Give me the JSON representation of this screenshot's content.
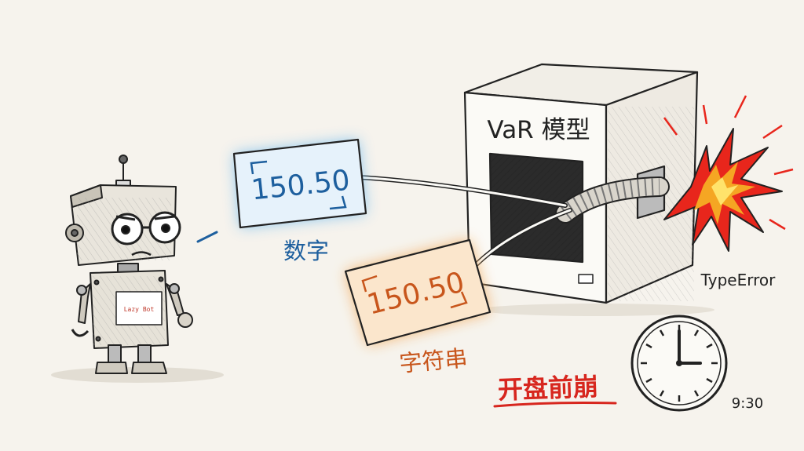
{
  "robot": {
    "badge_text": "Lazy Bot"
  },
  "number_card": {
    "value": "150.50",
    "label": "数字",
    "color": "#1d5f9e",
    "glow": "#7fc1ee"
  },
  "string_card": {
    "value": "150.50",
    "label": "字符串",
    "color": "#c8561c",
    "glow": "#f3b26a"
  },
  "machine": {
    "title": "VaR 模型"
  },
  "error": {
    "text": "TypeError",
    "burst_colors": [
      "#e8261c",
      "#f5a623",
      "#ffe36b"
    ]
  },
  "clock": {
    "time_text": "9:30"
  },
  "warning": {
    "text": "开盘前崩",
    "color": "#d7261e"
  }
}
